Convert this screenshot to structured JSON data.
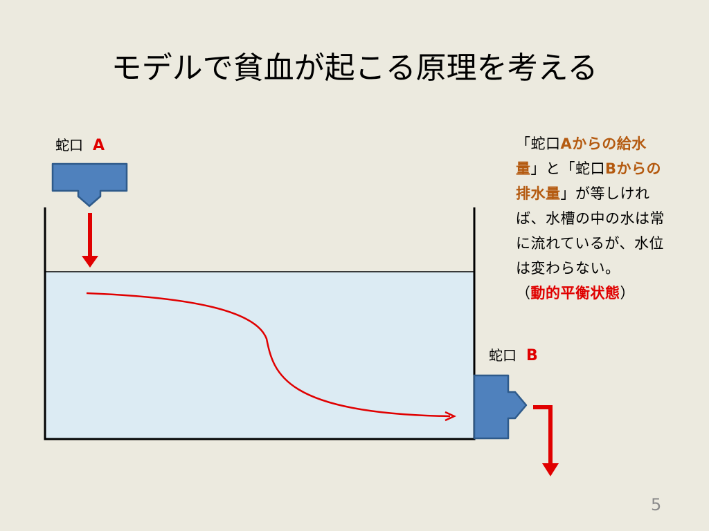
{
  "title": "モデルで貧血が起こる原理を考える",
  "faucet_a": {
    "label": "蛇口",
    "letter": "A"
  },
  "faucet_b": {
    "label": "蛇口",
    "letter": "B"
  },
  "explanation": {
    "p1": "「蛇口",
    "p2": "Aからの給水量",
    "p3": "」と「蛇口",
    "p4": "Bからの排水量",
    "p5": "」が等しければ、水槽の中の水は常に流れているが、水位は変わらない。",
    "p6": "（",
    "p7": "動的平衡状態",
    "p8": "）"
  },
  "page_number": "5",
  "colors": {
    "background": "#ECEADF",
    "water": "#DCEBF3",
    "faucet": "#4F81BD",
    "arrow": "#E00000",
    "highlight_brown": "#B45A10"
  }
}
